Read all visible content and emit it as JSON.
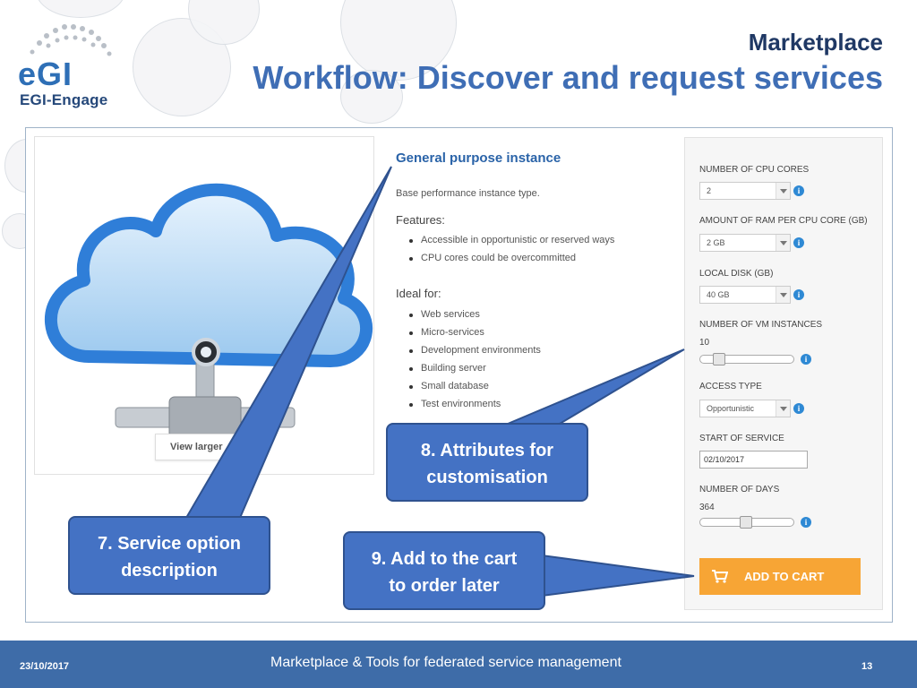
{
  "slide": {
    "logo_text": "EGI-Engage",
    "logo_mark": "eGI",
    "subtitle": "Marketplace",
    "title": "Workflow: Discover and request services"
  },
  "product": {
    "view_larger": "View larger",
    "name": "General purpose instance",
    "description": "Base performance instance type.",
    "features_heading": "Features:",
    "features": [
      "Accessible in opportunistic or reserved ways",
      "CPU cores could be overcommitted"
    ],
    "ideal_heading": "Ideal for:",
    "ideal": [
      "Web services",
      "Micro-services",
      "Development environments",
      "Building server",
      "Small database",
      "Test environments"
    ]
  },
  "config": {
    "cpu_label": "NUMBER OF CPU CORES",
    "cpu_value": "2",
    "ram_label": "AMOUNT OF RAM PER CPU CORE (GB)",
    "ram_value": "2 GB",
    "disk_label": "LOCAL DISK (GB)",
    "disk_value": "40 GB",
    "vm_label": "NUMBER OF VM INSTANCES",
    "vm_value": "10",
    "access_label": "ACCESS TYPE",
    "access_value": "Opportunistic",
    "start_label": "START OF SERVICE",
    "start_value": "02/10/2017",
    "days_label": "NUMBER OF DAYS",
    "days_value": "364",
    "cart_label": "ADD TO CART"
  },
  "callouts": {
    "c8_line1": "8. Attributes for",
    "c8_line2": "customisation",
    "c7_line1": "7. Service option",
    "c7_line2": "description",
    "c9_line1": "9. Add to the cart",
    "c9_line2": "to order later"
  },
  "footer": {
    "date": "23/10/2017",
    "center": "Marketplace & Tools for federated service management",
    "page": "13"
  },
  "colors": {
    "title": "#3f6eb5",
    "callout": "#4472c4",
    "cart": "#f7a535",
    "footer": "#3e6ca8"
  }
}
